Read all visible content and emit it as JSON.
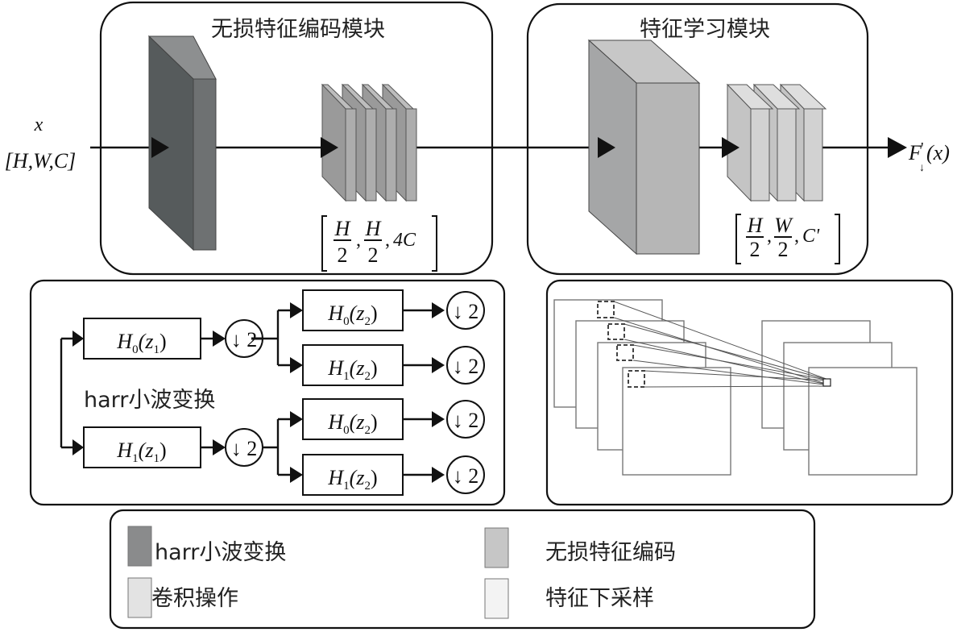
{
  "modules": {
    "encoder_title": "无损特征编码模块",
    "learning_title": "特征学习模块"
  },
  "labels": {
    "input_var": "x",
    "input_shape": "[H,W,C]",
    "encoder_shape": {
      "a_num": "H",
      "a_den": "2",
      "b_num": "H",
      "b_den": "2",
      "c": "4C"
    },
    "learning_shape": {
      "a_num": "H",
      "a_den": "2",
      "b_num": "W",
      "b_den": "2",
      "c": "C'"
    },
    "output": {
      "F": "F",
      "prime": "'",
      "sub": "↓",
      "arg": "(x)"
    }
  },
  "wavelet": {
    "caption": "harr小波变换",
    "level1": [
      {
        "H": "H",
        "sub": "0",
        "arg": "(z",
        "argsub": "1",
        "close": ")"
      },
      {
        "H": "H",
        "sub": "1",
        "arg": "(z",
        "argsub": "1",
        "close": ")"
      }
    ],
    "level2": [
      {
        "H": "H",
        "sub": "0",
        "arg": "(z",
        "argsub": "2",
        "close": ")"
      },
      {
        "H": "H",
        "sub": "1",
        "arg": "(z",
        "argsub": "2",
        "close": ")"
      },
      {
        "H": "H",
        "sub": "0",
        "arg": "(z",
        "argsub": "2",
        "close": ")"
      },
      {
        "H": "H",
        "sub": "1",
        "arg": "(z",
        "argsub": "2",
        "close": ")"
      }
    ],
    "downsample_label": "↓ 2"
  },
  "legend": {
    "items": [
      {
        "label": "harr小波变换",
        "color": "#8a8b8c"
      },
      {
        "label": "无损特征编码",
        "color": "#c6c6c6"
      },
      {
        "label": "卷积操作",
        "color": "#e3e3e3"
      },
      {
        "label": "特征下采样",
        "color": "#f3f3f3"
      }
    ]
  },
  "colors": {
    "harr_front": "#565b5c",
    "harr_side": "#6e7172",
    "harr_top": "#8d8f90",
    "enc_front": "#9a9a9a",
    "enc_side": "#adadad",
    "enc_top": "#bdbdbd",
    "conv_front": "#a5a6a7",
    "conv_side": "#b6b6b6",
    "conv_top": "#c7c7c7",
    "ds_front": "#c4c4c4",
    "ds_side": "#d2d2d2",
    "ds_top": "#dedede"
  }
}
